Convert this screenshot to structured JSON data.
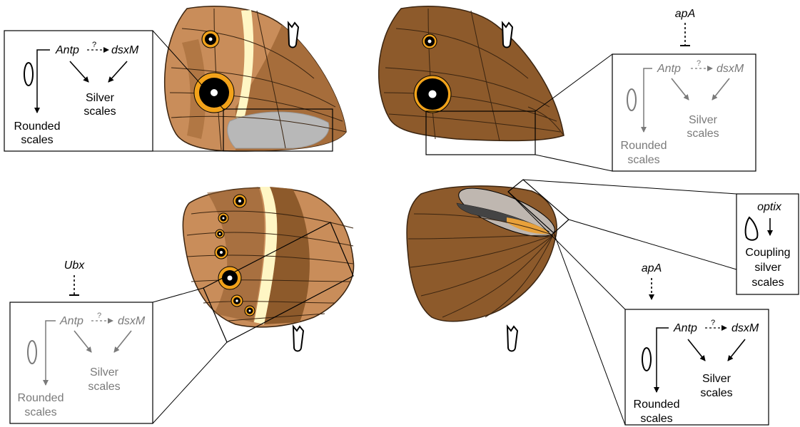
{
  "colors": {
    "wing_light": "#c98d5a",
    "wing_dark": "#8d5a2b",
    "wing_mid": "#a66d3b",
    "cream_band": "#fff6c4",
    "eyespot_ring": "#f2a21a",
    "eyespot_core": "#000000",
    "silver_patch": "#b8b8b8",
    "hair_pencil": "#555555",
    "orange_patch": "#e8a13a",
    "active_text": "#000000",
    "inactive_text": "#7a7a7a"
  },
  "icons": {
    "rounded_scale": "rounded-scale-icon",
    "notched_scale": "notched-scale-icon",
    "silver_coupling_scale": "coupling-scale-icon"
  },
  "panels": {
    "forewing_ventral": {
      "genes": {
        "left": "Antp",
        "right": "dsxM"
      },
      "uncertain_mark": "?",
      "outputs": {
        "silver_line1": "Silver",
        "silver_line2": "scales",
        "rounded_line1": "Rounded",
        "rounded_line2": "scales"
      },
      "state": "active"
    },
    "forewing_dorsal": {
      "repressor": "apA",
      "genes": {
        "left": "Antp",
        "right": "dsxM"
      },
      "uncertain_mark": "?",
      "outputs": {
        "silver_line1": "Silver",
        "silver_line2": "scales",
        "rounded_line1": "Rounded",
        "rounded_line2": "scales"
      },
      "state": "inactive"
    },
    "hindwing_ventral": {
      "repressor": "Ubx",
      "genes": {
        "left": "Antp",
        "right": "dsxM"
      },
      "uncertain_mark": "?",
      "outputs": {
        "silver_line1": "Silver",
        "silver_line2": "scales",
        "rounded_line1": "Rounded",
        "rounded_line2": "scales"
      },
      "state": "inactive"
    },
    "hindwing_dorsal_optix": {
      "gene": "optix",
      "outputs": {
        "line1": "Coupling",
        "line2": "silver",
        "line3": "scales"
      },
      "state": "active"
    },
    "hindwing_dorsal": {
      "activator": "apA",
      "genes": {
        "left": "Antp",
        "right": "dsxM"
      },
      "uncertain_mark": "?",
      "outputs": {
        "silver_line1": "Silver",
        "silver_line2": "scales",
        "rounded_line1": "Rounded",
        "rounded_line2": "scales"
      },
      "state": "active"
    }
  }
}
